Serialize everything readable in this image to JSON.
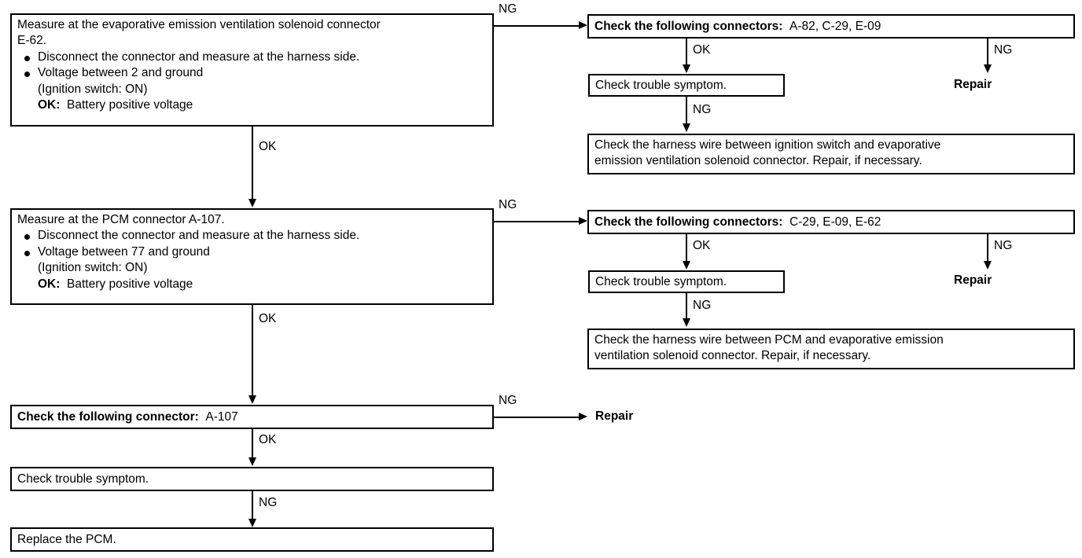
{
  "diagram": {
    "title": "Evaporative emission ventilation solenoid circuit troubleshooting flowchart",
    "ink_color": "#000000",
    "background_color": "#ffffff"
  },
  "step1": {
    "line1": "Measure at the evaporative emission ventilation solenoid connector",
    "line2": "E-62.",
    "bullet1": "Disconnect the connector and measure at the harness side.",
    "bullet2": "Voltage between 2 and ground",
    "sub1": "(Ignition switch: ON)",
    "ok_prefix": "OK:",
    "ok_value": "Battery positive voltage"
  },
  "step1_branch": {
    "ng_label": "NG",
    "ok_label": "OK",
    "connectors_box": {
      "prefix": "Check the following connectors:",
      "value": "A-82, C-29, E-09"
    },
    "ok_label_inner": "OK",
    "ng_label_inner": "NG",
    "repair_label": "Repair",
    "trouble_box": "Check trouble symptom.",
    "ng_label_inner2": "NG",
    "harness_line1": "Check the harness wire between ignition switch and evaporative",
    "harness_line2": "emission ventilation solenoid connector. Repair, if necessary."
  },
  "step2": {
    "line1": "Measure at the PCM connector A-107.",
    "bullet1": "Disconnect the connector and measure at the harness side.",
    "bullet2": "Voltage between 77 and ground",
    "sub1": "(Ignition switch: ON)",
    "ok_prefix": "OK:",
    "ok_value": "Battery positive voltage"
  },
  "step2_branch": {
    "ng_label": "NG",
    "ok_label": "OK",
    "connectors_box": {
      "prefix": "Check the following connectors:",
      "value": "C-29, E-09, E-62"
    },
    "ok_label_inner": "OK",
    "ng_label_inner": "NG",
    "repair_label": "Repair",
    "trouble_box": "Check trouble symptom.",
    "ng_label_inner2": "NG",
    "harness_line1": "Check the harness wire between PCM and evaporative emission",
    "harness_line2": "ventilation solenoid connector. Repair, if necessary."
  },
  "step3": {
    "prefix": "Check the following connector:",
    "value": "A-107",
    "ng_label": "NG",
    "repair_label": "Repair",
    "ok_label": "OK"
  },
  "step4": {
    "text": "Check trouble symptom.",
    "ng_label": "NG"
  },
  "step5": {
    "text": "Replace the PCM."
  }
}
